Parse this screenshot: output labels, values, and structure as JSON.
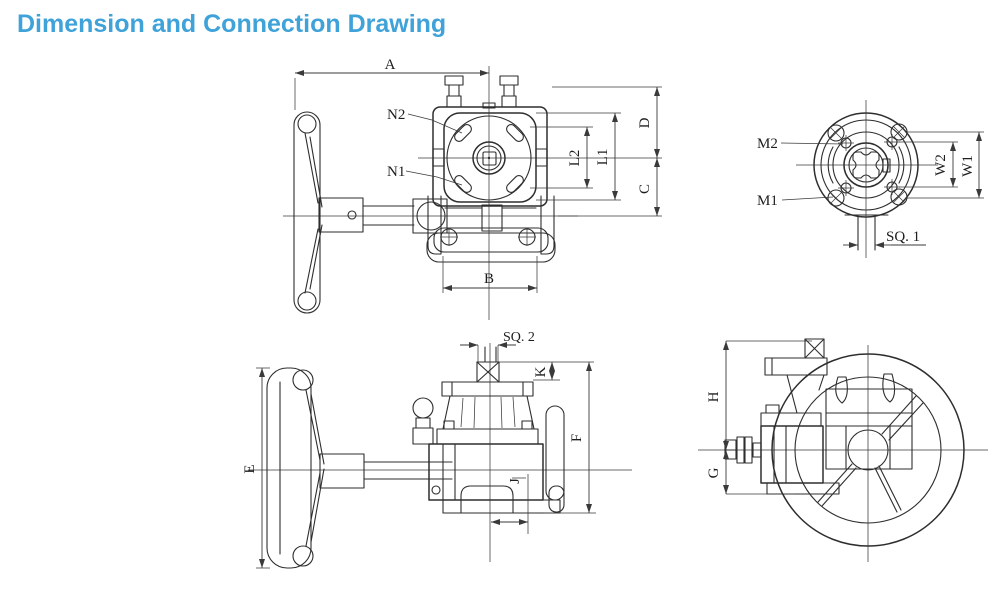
{
  "title": "Dimension and Connection Drawing",
  "colors": {
    "accent": "#3fa2d9",
    "line": "#2e2e2e"
  },
  "front_view": {
    "dim_a": "A",
    "dim_b": "B",
    "dim_c": "C",
    "dim_d": "D",
    "dim_l1": "L1",
    "dim_l2": "L2",
    "dim_n1": "N1",
    "dim_n2": "N2"
  },
  "flange_view": {
    "dim_m1": "M1",
    "dim_m2": "M2",
    "dim_w1": "W1",
    "dim_w2": "W2",
    "dim_sq1": "SQ. 1"
  },
  "side_view": {
    "dim_e": "E",
    "dim_f": "F",
    "dim_j": "J",
    "dim_k": "K",
    "dim_sq2": "SQ. 2"
  },
  "rear_view": {
    "dim_g": "G",
    "dim_h": "H"
  }
}
